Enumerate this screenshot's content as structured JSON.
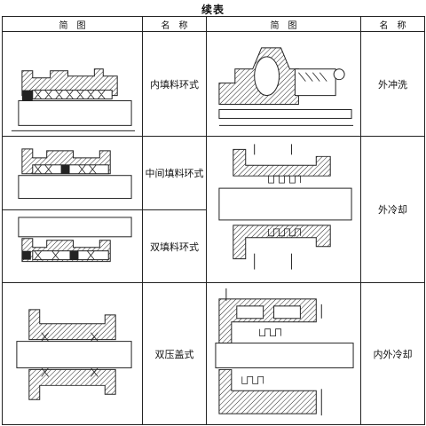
{
  "title": "续表",
  "header": {
    "col1": "简　图",
    "col2": "名　称",
    "col3": "简　图",
    "col4": "名　称"
  },
  "left_names": [
    "内填料环式",
    "中间填料环式",
    "双填料环式",
    "双压盖式"
  ],
  "right_names": [
    "外冲洗",
    "外冷却",
    "内外冷却"
  ]
}
